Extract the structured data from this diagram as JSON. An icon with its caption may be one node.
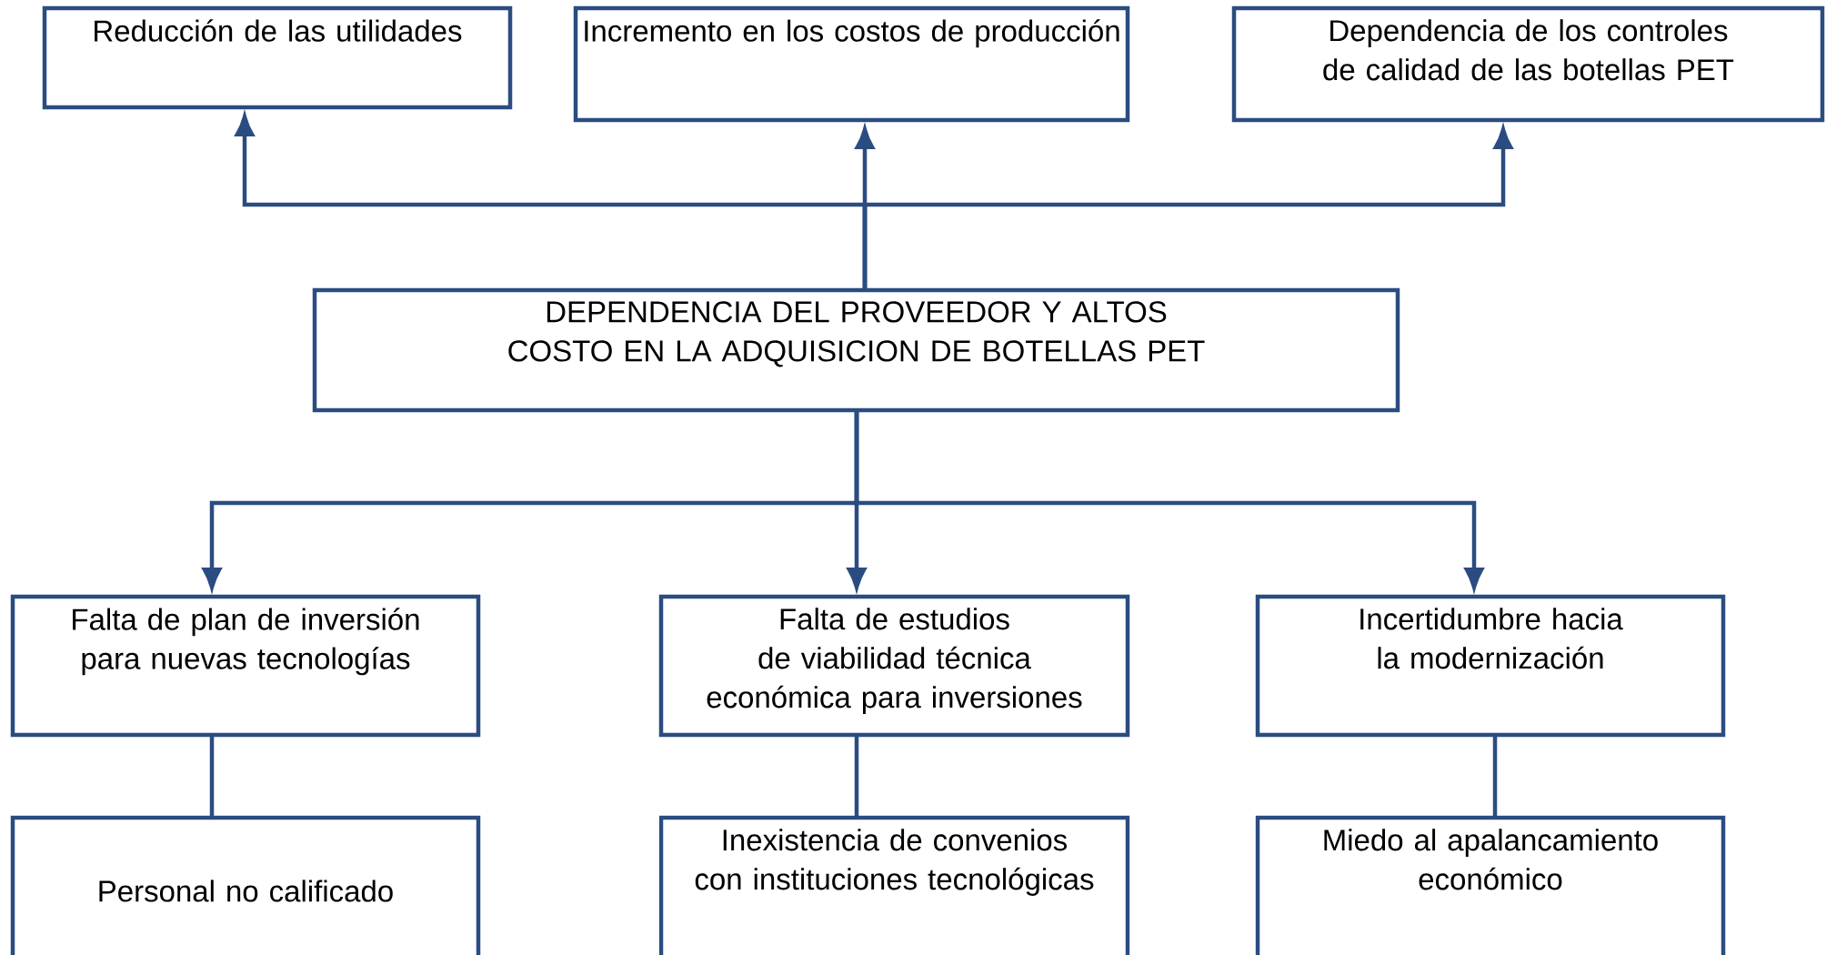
{
  "diagram": {
    "nodes": [
      {
        "text": [
          "Reducción de las utilidades"
        ]
      },
      {
        "text": [
          "Incremento en los costos de producción"
        ]
      },
      {
        "text": [
          "Dependencia de los controles de calidad de las botellas PET"
        ]
      },
      {
        "text": [
          "DEPENDENCIA DEL PROVEEDOR Y ALTOS COSTO EN LA ADQUISICION DE BOTELLAS PET"
        ]
      },
      {
        "text": [
          "Falta de plan de inversión para nuevas tecnologías"
        ]
      },
      {
        "text": [
          "Falta de estudios de viabilidad técnica económica para inversiones"
        ]
      },
      {
        "text": [
          "Incertidumbre hacia la modernización"
        ]
      },
      {
        "text": [
          "Personal no calificado"
        ]
      },
      {
        "text": [
          "Inexistencia de convenios con instituciones tecnológicas"
        ]
      },
      {
        "text": [
          "Miedo al apalancamiento económico"
        ]
      }
    ],
    "edges": [
      {
        "from": 3,
        "to": 0,
        "arrow": "to"
      },
      {
        "from": 3,
        "to": 1,
        "arrow": "to"
      },
      {
        "from": 3,
        "to": 2,
        "arrow": "to"
      },
      {
        "from": 3,
        "to": 4,
        "arrow": "to"
      },
      {
        "from": 3,
        "to": 5,
        "arrow": "to"
      },
      {
        "from": 3,
        "to": 6,
        "arrow": "to"
      },
      {
        "from": 4,
        "to": 7,
        "arrow": "none"
      },
      {
        "from": 5,
        "to": 8,
        "arrow": "none"
      },
      {
        "from": 6,
        "to": 9,
        "arrow": "none"
      }
    ]
  }
}
